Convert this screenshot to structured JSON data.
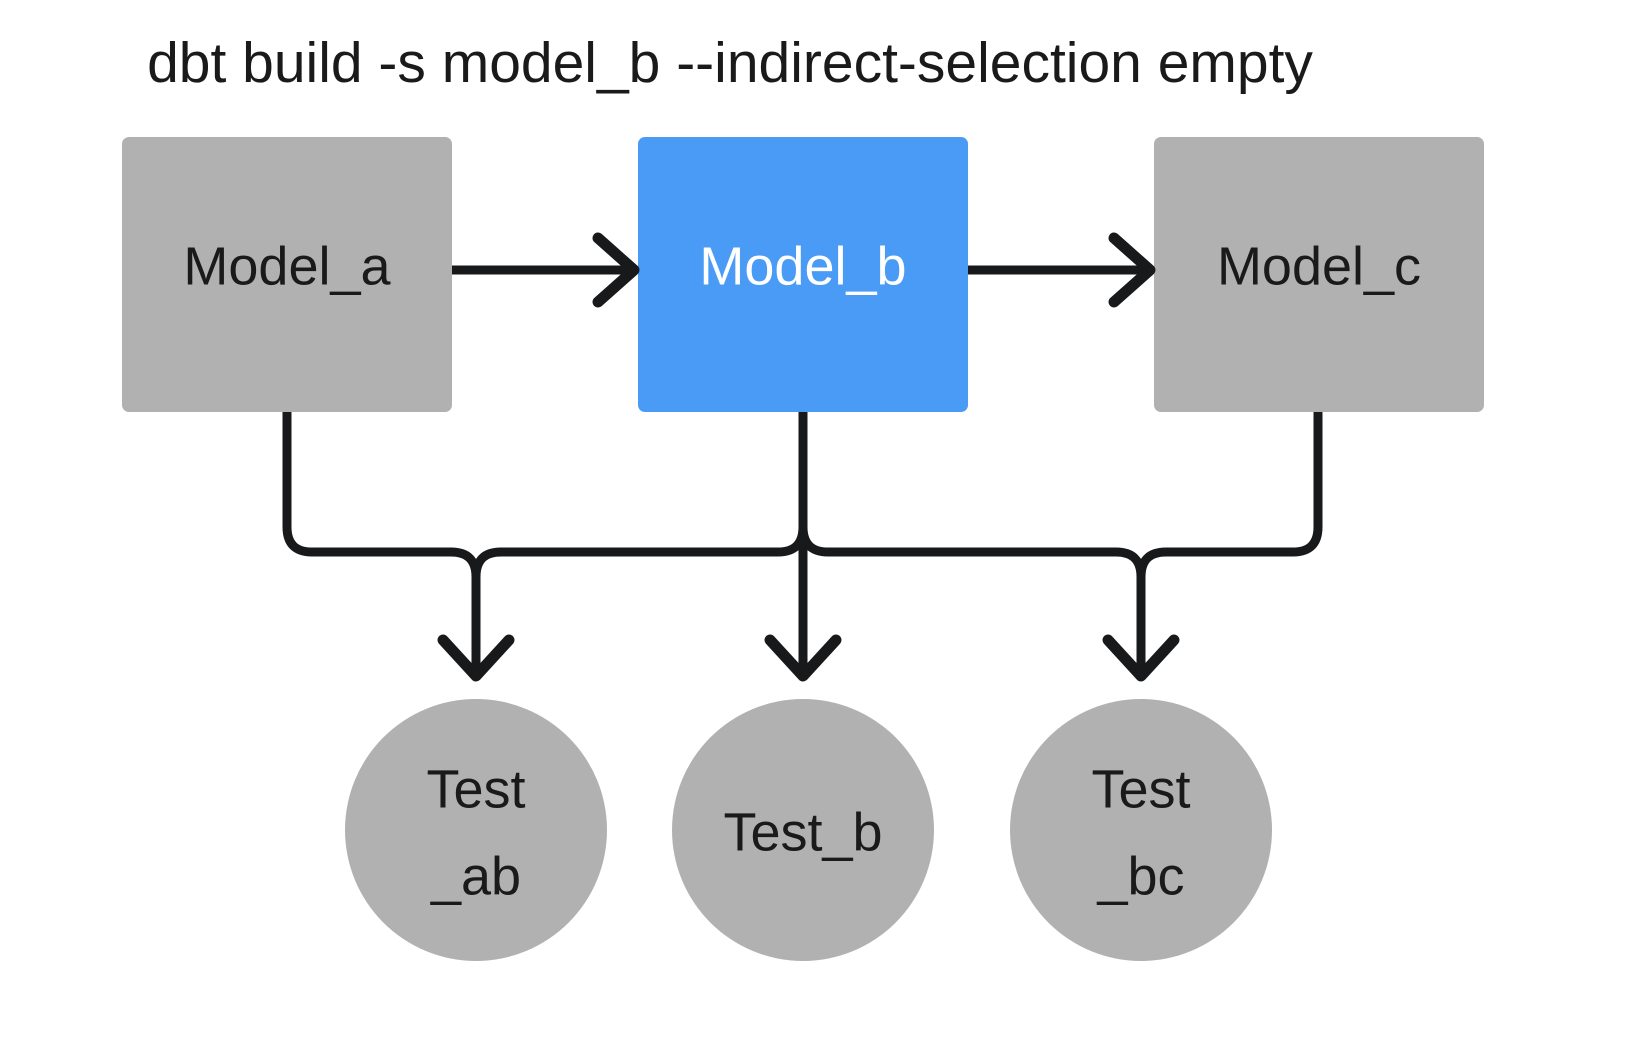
{
  "title": "dbt build -s model_b --indirect-selection empty",
  "colors": {
    "background": "#ffffff",
    "node_gray": "#b1b1b1",
    "node_selected_blue": "#4a9bf5",
    "edge_black": "#18191a",
    "label_dark": "#1a1a1a",
    "label_light": "#ffffff"
  },
  "models": [
    {
      "id": "model_a",
      "label": "Model_a",
      "state": "unselected",
      "fill": "#b1b1b1",
      "text_color": "#1a1a1a"
    },
    {
      "id": "model_b",
      "label": "Model_b",
      "state": "selected",
      "fill": "#4a9bf5",
      "text_color": "#ffffff"
    },
    {
      "id": "model_c",
      "label": "Model_c",
      "state": "unselected",
      "fill": "#b1b1b1",
      "text_color": "#1a1a1a"
    }
  ],
  "tests": [
    {
      "id": "test_ab",
      "label": "Test_ab",
      "line1": "Test",
      "line2": "_ab",
      "two_line": true,
      "state": "unselected",
      "fill": "#b1b1b1"
    },
    {
      "id": "test_b",
      "label": "Test_b",
      "line1": "Test_b",
      "line2": "",
      "two_line": false,
      "state": "unselected",
      "fill": "#b1b1b1"
    },
    {
      "id": "test_bc",
      "label": "Test_bc",
      "line1": "Test",
      "line2": "_bc",
      "two_line": true,
      "state": "unselected",
      "fill": "#b1b1b1"
    }
  ],
  "edges": [
    {
      "id": "model_a-to-model_b",
      "from": "model_a",
      "to": "model_b",
      "kind": "model-to-model"
    },
    {
      "id": "model_b-to-model_c",
      "from": "model_b",
      "to": "model_c",
      "kind": "model-to-model"
    },
    {
      "id": "model_a-to-test_ab",
      "from": "model_a",
      "to": "test_ab",
      "kind": "model-to-test"
    },
    {
      "id": "model_b-to-test_ab",
      "from": "model_b",
      "to": "test_ab",
      "kind": "model-to-test"
    },
    {
      "id": "model_b-to-test_b",
      "from": "model_b",
      "to": "test_b",
      "kind": "model-to-test"
    },
    {
      "id": "model_b-to-test_bc",
      "from": "model_b",
      "to": "test_bc",
      "kind": "model-to-test"
    },
    {
      "id": "model_c-to-test_bc",
      "from": "model_c",
      "to": "test_bc",
      "kind": "model-to-test"
    }
  ]
}
